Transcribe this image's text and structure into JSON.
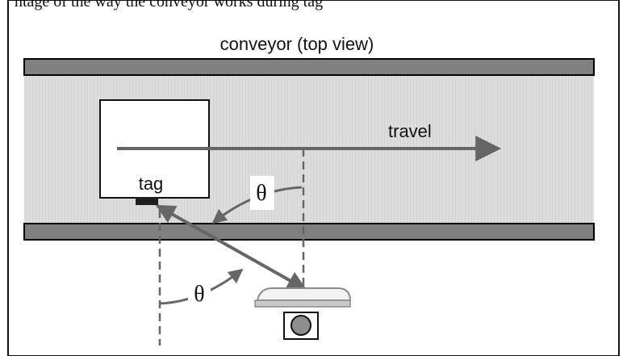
{
  "diagram": {
    "top_caption": "ntage of the way the conveyor works during tag",
    "title": "conveyor (top view)",
    "travel_label": "travel",
    "tag_label": "tag",
    "angle_label_upper": "θ",
    "angle_label_lower": "θ"
  },
  "colors": {
    "rail": "#7f7f7f",
    "belt": "#d9d9d9",
    "line": "#5f5f5f",
    "tag": "#1f1f1f",
    "reader_face": "#c7c7c7",
    "reader_base": "#8a8a8a"
  }
}
